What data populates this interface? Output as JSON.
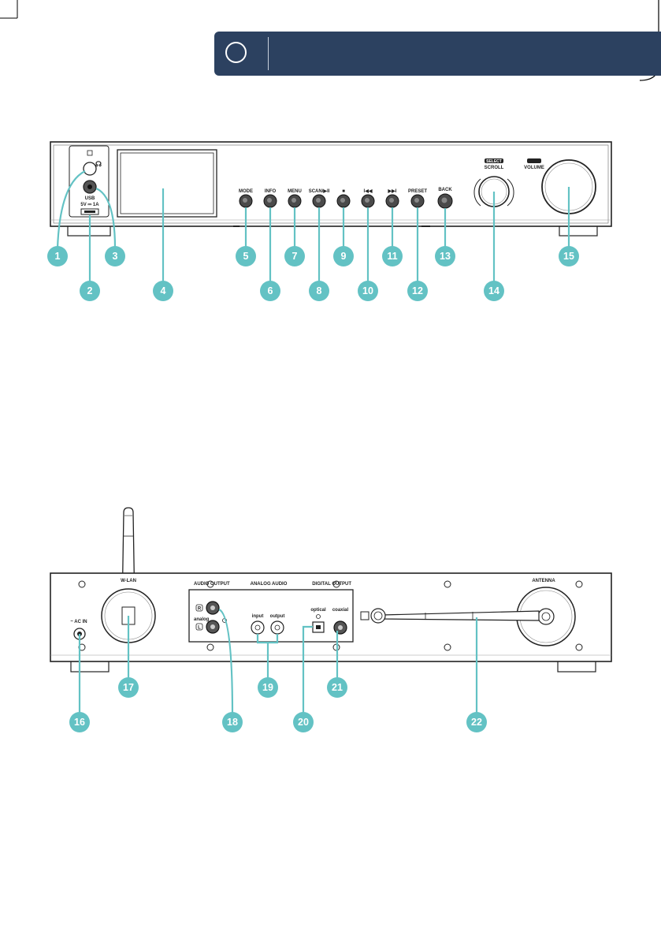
{
  "page": {
    "header_bar_color": "#2c4160",
    "callout_color": "#63c2c4"
  },
  "front_panel": {
    "top_icon": "device-icon",
    "headphone_icon": "headphones-icon",
    "usb_label": "USB",
    "usb_rating": "5V ⎓ 1A",
    "buttons": [
      "MODE",
      "INFO",
      "MENU",
      "SCAN/▶II",
      "■",
      "I◀◀",
      "▶▶I",
      "PRESET",
      "BACK"
    ],
    "select_label": "SELECT",
    "scroll_label": "SCROLL",
    "power_icon": "power-icon",
    "volume_label": "VOLUME",
    "callouts": [
      "1",
      "2",
      "3",
      "4",
      "5",
      "6",
      "7",
      "8",
      "9",
      "10",
      "11",
      "12",
      "13",
      "14",
      "15"
    ]
  },
  "rear_panel": {
    "ac_label": "~ AC IN",
    "wlan_label": "W-LAN",
    "audio_output_label": "AUDIO OUTPUT",
    "analog_audio_label": "ANALOG AUDIO",
    "digital_output_label": "DIGITAL OUTPUT",
    "r_label": "R",
    "analog_label": "analog",
    "l_label": "L",
    "input_label": "input",
    "output_label": "output",
    "optical_label": "optical",
    "coaxial_label": "coaxial",
    "antenna_label": "ANTENNA",
    "callouts": [
      "16",
      "17",
      "18",
      "19",
      "20",
      "21",
      "22"
    ]
  }
}
